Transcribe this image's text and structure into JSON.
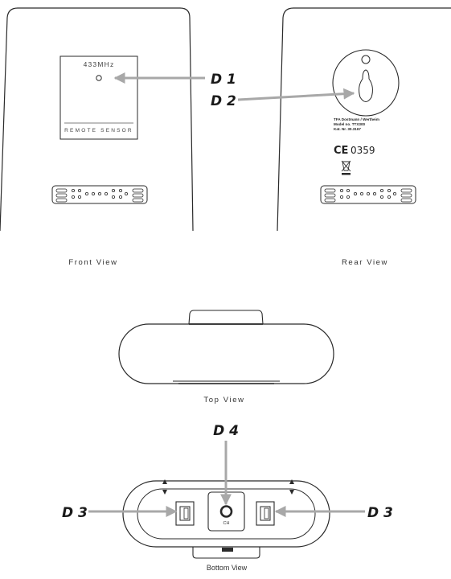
{
  "front": {
    "frequency": "433MHz",
    "device_label": "REMOTE SENSOR",
    "caption": "Front View"
  },
  "rear": {
    "manufacturer_line": "TFA Dostmann / Wertheim",
    "model_line": "Model no. TTX300",
    "kat_line": "Kat. Nr. 30.3167",
    "ce_mark": "CE",
    "ce_number": "0359",
    "caption": "Rear View"
  },
  "top": {
    "caption": "Top View"
  },
  "bottom": {
    "button_label": "CH",
    "caption": "Bottom View"
  },
  "callouts": {
    "d1": "D 1",
    "d2": "D 2",
    "d3_left": "D 3",
    "d3_right": "D 3",
    "d4": "D 4"
  },
  "colors": {
    "arrow": "#a8a8a8",
    "outline": "#2a2a2a"
  }
}
